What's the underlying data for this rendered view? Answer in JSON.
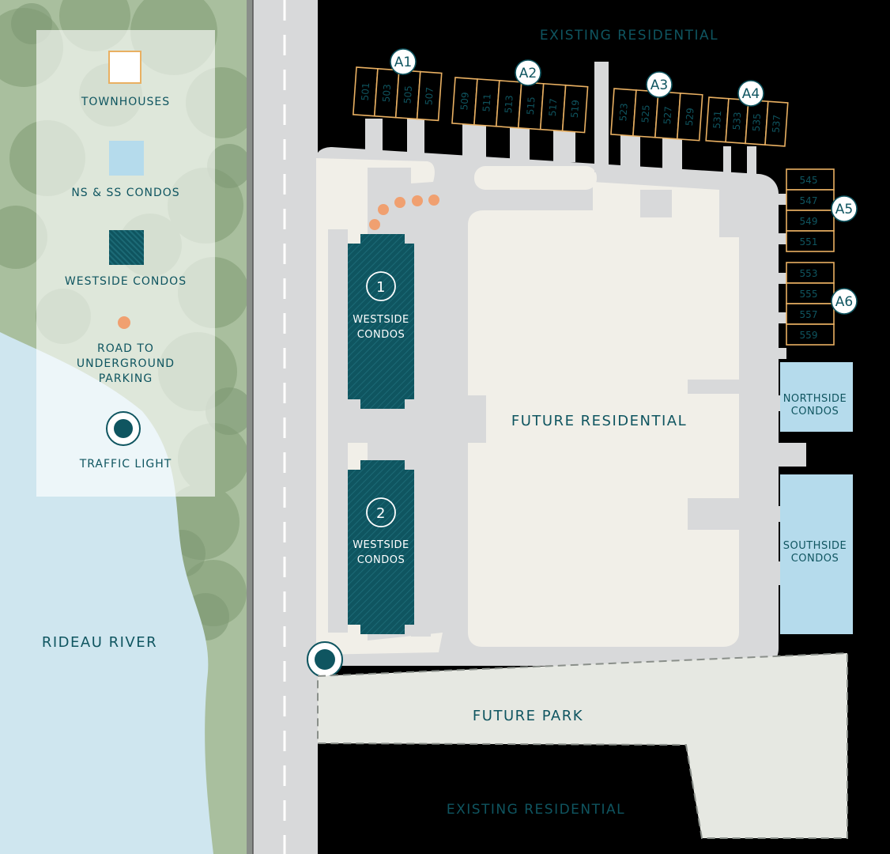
{
  "map_labels": {
    "existing_residential_top": "EXISTING RESIDENTIAL",
    "existing_residential_bottom": "EXISTING RESIDENTIAL",
    "future_residential": "FUTURE RESIDENTIAL",
    "future_park": "FUTURE PARK",
    "rideau_river": "RIDEAU RIVER",
    "northside_condos": [
      "NORTHSIDE",
      "CONDOS"
    ],
    "southside_condos": [
      "SOUTHSIDE",
      "CONDOS"
    ]
  },
  "westside_buildings": [
    {
      "number": "1",
      "line1": "WESTSIDE",
      "line2": "CONDOS"
    },
    {
      "number": "2",
      "line1": "WESTSIDE",
      "line2": "CONDOS"
    }
  ],
  "townhouse_blocks": [
    {
      "id": "A1",
      "units": [
        "501",
        "503",
        "505",
        "507"
      ]
    },
    {
      "id": "A2",
      "units": [
        "509",
        "511",
        "513",
        "515",
        "517",
        "519"
      ]
    },
    {
      "id": "A3",
      "units": [
        "523",
        "525",
        "527",
        "529"
      ]
    },
    {
      "id": "A4",
      "units": [
        "531",
        "533",
        "535",
        "537"
      ]
    },
    {
      "id": "A5",
      "units": [
        "545",
        "547",
        "549",
        "551"
      ]
    },
    {
      "id": "A6",
      "units": [
        "553",
        "555",
        "557",
        "559"
      ]
    }
  ],
  "legend": {
    "townhouses": "TOWNHOUSES",
    "ns_ss_condos": "NS & SS CONDOS",
    "westside_condos": "WESTSIDE CONDOS",
    "road_to_parking": [
      "ROAD TO",
      "UNDERGROUND",
      "PARKING"
    ],
    "traffic_light": "TRAFFIC LIGHT"
  },
  "colors": {
    "teal": "#0f5560",
    "light_blue": "#b5dbec",
    "orange_dot": "#f0a070",
    "townhouse_outline": "#e9b062",
    "site_fill": "#f1efe8",
    "road": "#d8d9da",
    "park": "#e6e8e2",
    "river": "#cfe6ef",
    "trees": "#9fb692"
  }
}
